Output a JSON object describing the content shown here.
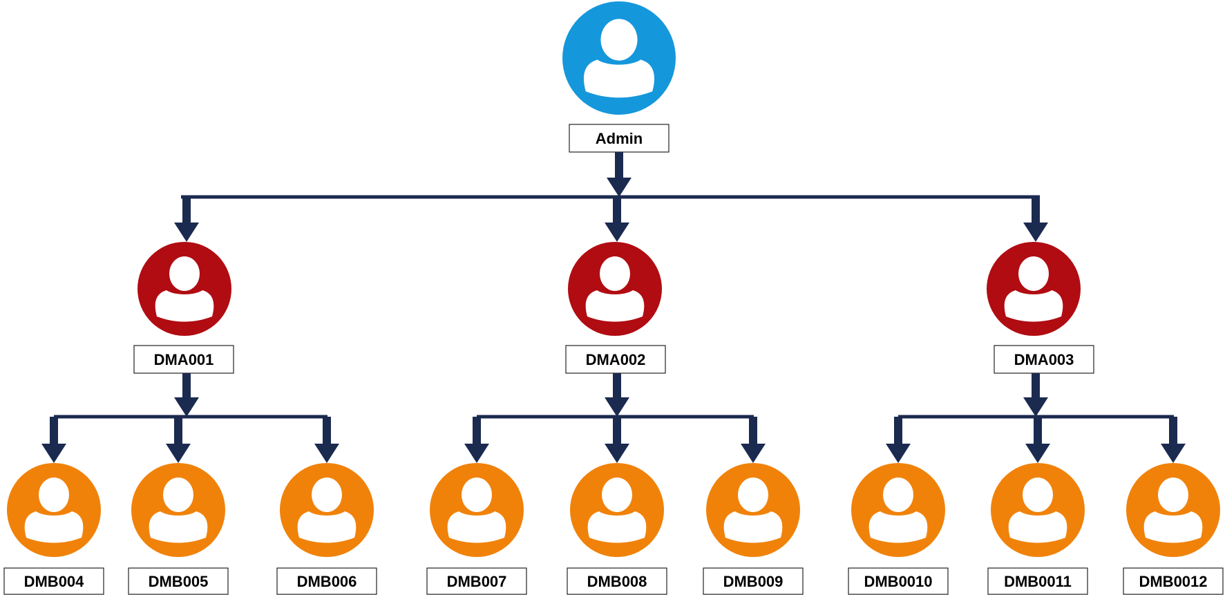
{
  "colors": {
    "admin": "#1597dc",
    "level1": "#b00c12",
    "level2": "#f0820a",
    "connector": "#1b2a4f",
    "person": "#ffffff"
  },
  "icons": {
    "person": "user-icon",
    "arrow": "arrow-down-icon"
  },
  "root": {
    "label": "Admin"
  },
  "level1": [
    {
      "label": "DMA001",
      "children": [
        {
          "label": "DMB004"
        },
        {
          "label": "DMB005"
        },
        {
          "label": "DMB006"
        }
      ]
    },
    {
      "label": "DMA002",
      "children": [
        {
          "label": "DMB007"
        },
        {
          "label": "DMB008"
        },
        {
          "label": "DMB009"
        }
      ]
    },
    {
      "label": "DMA003",
      "children": [
        {
          "label": "DMB0010"
        },
        {
          "label": "DMB0011"
        },
        {
          "label": "DMB0012"
        }
      ]
    }
  ]
}
